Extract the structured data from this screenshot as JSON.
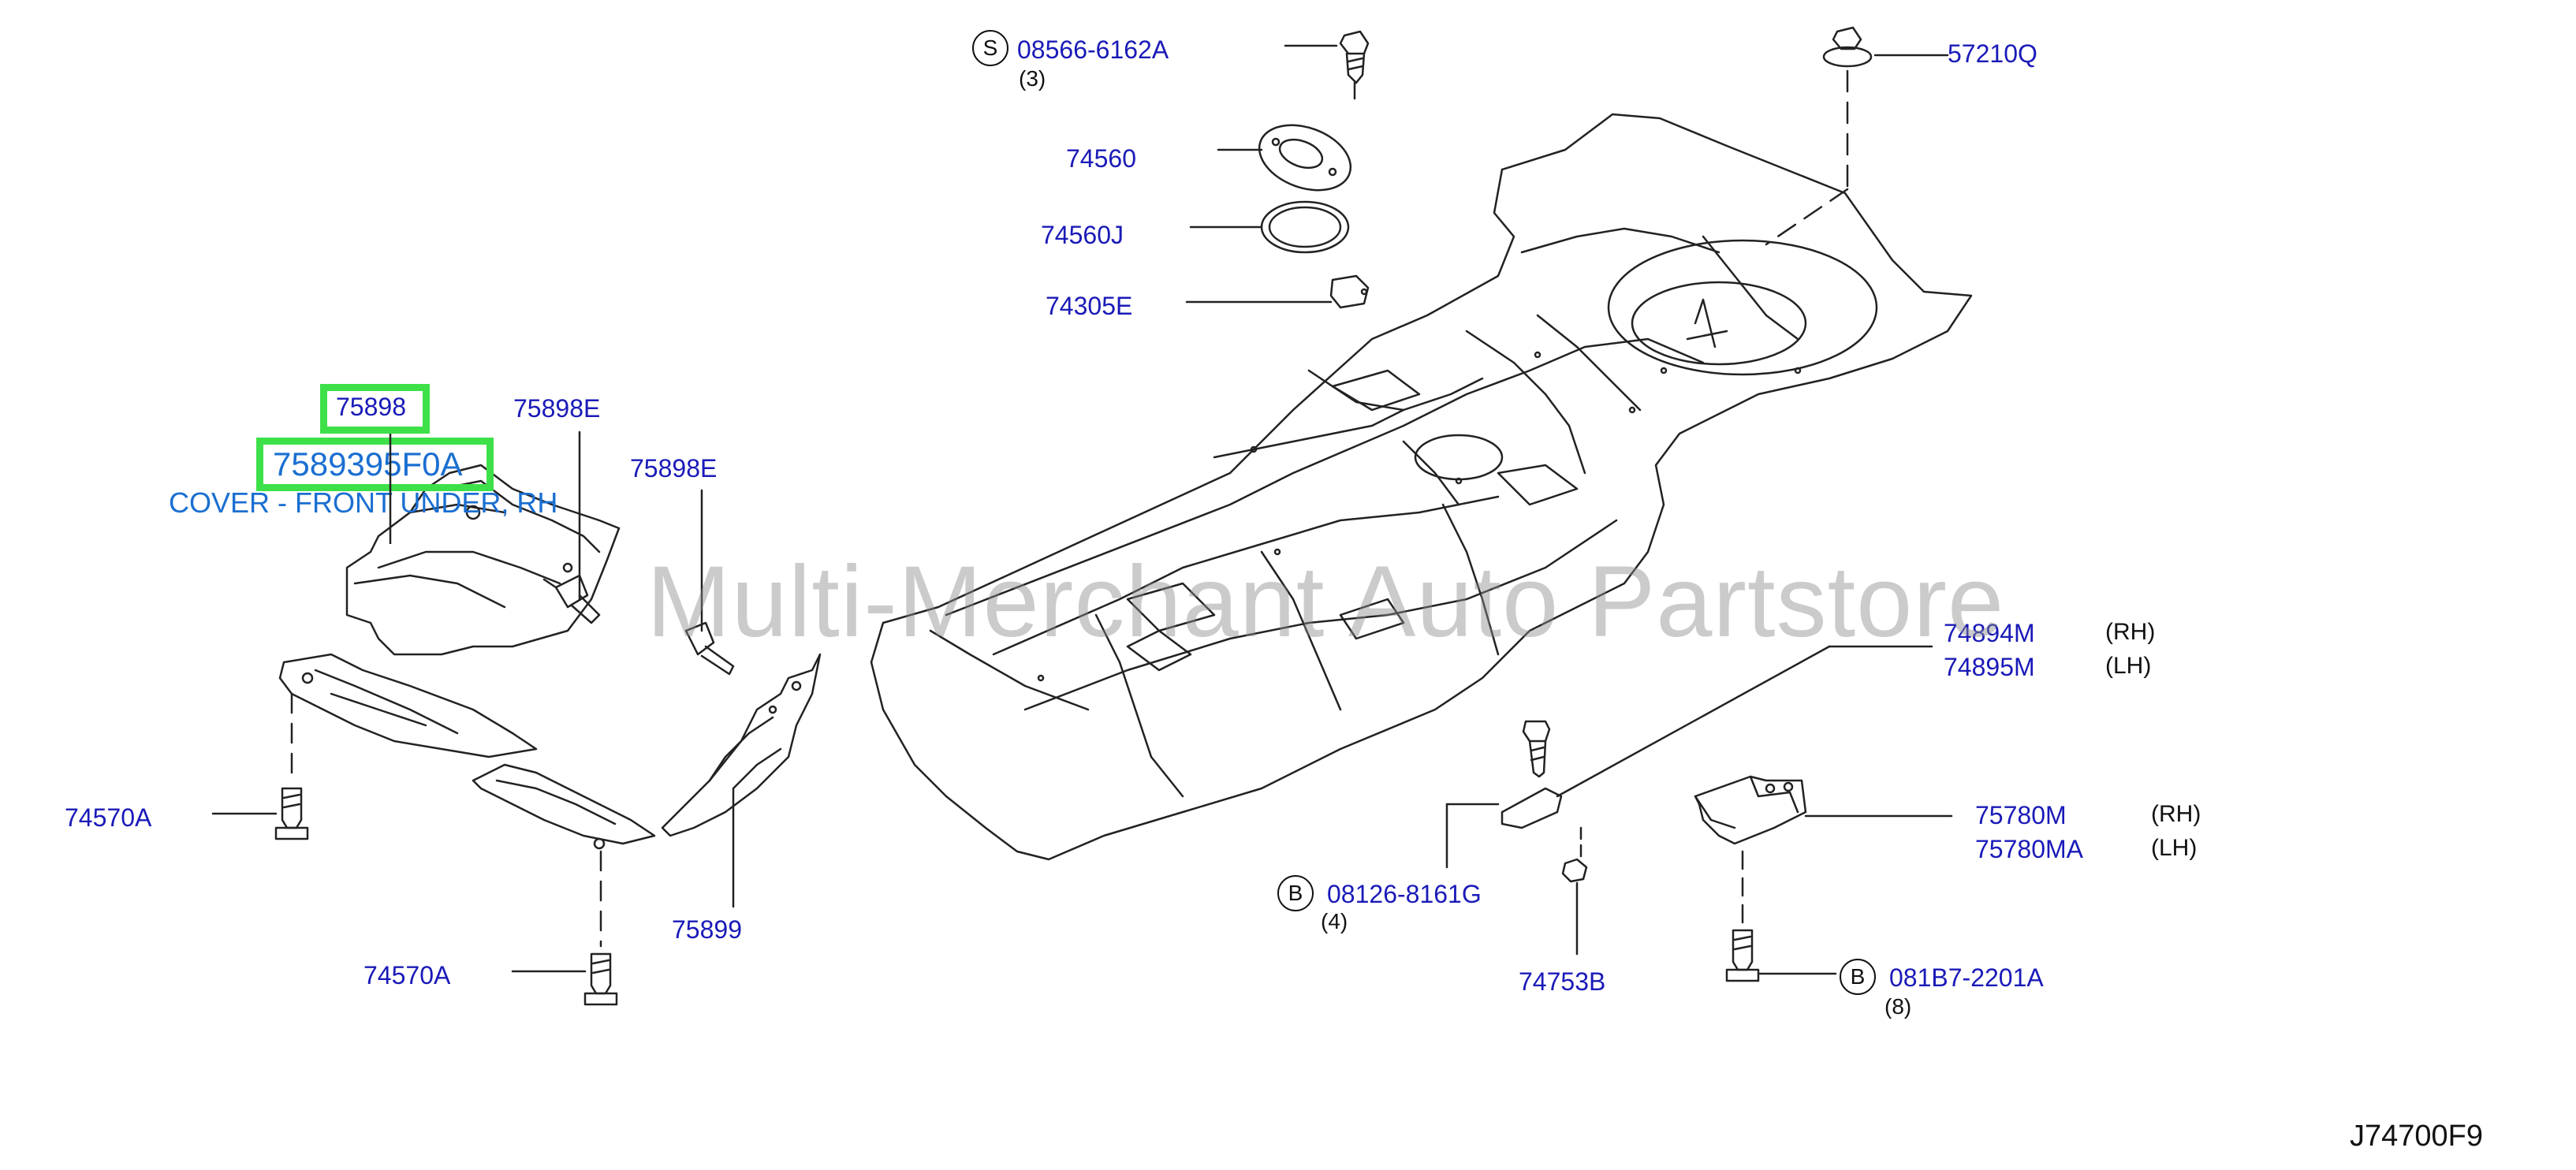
{
  "highlight": {
    "part_code": "75898",
    "part_number": "7589395F0A",
    "description": "COVER - FRONT UNDER, RH",
    "accent_color": "#3ee04a"
  },
  "labels": {
    "p08566": "08566-6162A",
    "p08566_badge": "S",
    "p08566_qty": "(3)",
    "p57210Q": "57210Q",
    "p74560": "74560",
    "p74560J": "74560J",
    "p74305E": "74305E",
    "p75898E_a": "75898E",
    "p75898E_b": "75898E",
    "p74894M": "74894M",
    "p74894M_side": "(RH)",
    "p74895M": "74895M",
    "p74895M_side": "(LH)",
    "p75780M": "75780M",
    "p75780M_side": "(RH)",
    "p75780MA": "75780MA",
    "p75780MA_side": "(LH)",
    "p74570A_a": "74570A",
    "p74570A_b": "74570A",
    "p75899": "75899",
    "p08126": "08126-8161G",
    "p08126_badge": "B",
    "p08126_qty": "(4)",
    "p74753B": "74753B",
    "p081B7": "081B7-2201A",
    "p081B7_badge": "B",
    "p081B7_qty": "(8)"
  },
  "watermark": "Multi-Merchant Auto Partstore",
  "diagram_code": "J74700F9",
  "colors": {
    "label": "#1a1ab8",
    "highlight_text": "#1a6fd1",
    "line": "#222222"
  }
}
